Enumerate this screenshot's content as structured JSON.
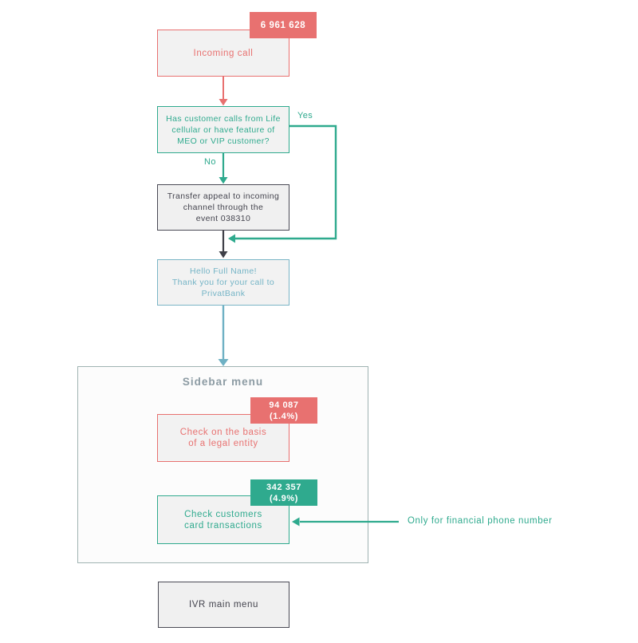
{
  "colors": {
    "red": "#e87170",
    "teal": "#2faa8e",
    "light_blue": "#74b4c6",
    "dark": "#4a4a55",
    "group_border": "#9fb3b2",
    "group_title_gray": "#8c9ba3",
    "node_fill": "#f2f2f2",
    "badge_text": "#ffffff"
  },
  "flow": {
    "incoming_badge": "6 961 628",
    "incoming_label": "Incoming call",
    "decision_lines": [
      "Has customer calls from Life",
      "cellular or have feature of",
      "MEO or VIP customer?"
    ],
    "yes_label": "Yes",
    "no_label": "No",
    "transfer_lines": [
      "Transfer appeal to incoming",
      "channel through the",
      "event 038310"
    ],
    "greeting_lines": [
      "Hello Full Name!",
      "Thank you for your call to",
      "PrivatBank"
    ],
    "sidebar": {
      "title": "Sidebar menu",
      "legal_badge_lines": [
        "94 087",
        "(1.4%)"
      ],
      "legal_label_lines": [
        "Check on the basis",
        "of a legal entity"
      ],
      "card_badge_lines": [
        "342 357",
        "(4.9%)"
      ],
      "card_label_lines": [
        "Check customers",
        "card transactions"
      ]
    },
    "financial_note": "Only for financial phone number",
    "ivr_label": "IVR main menu"
  }
}
